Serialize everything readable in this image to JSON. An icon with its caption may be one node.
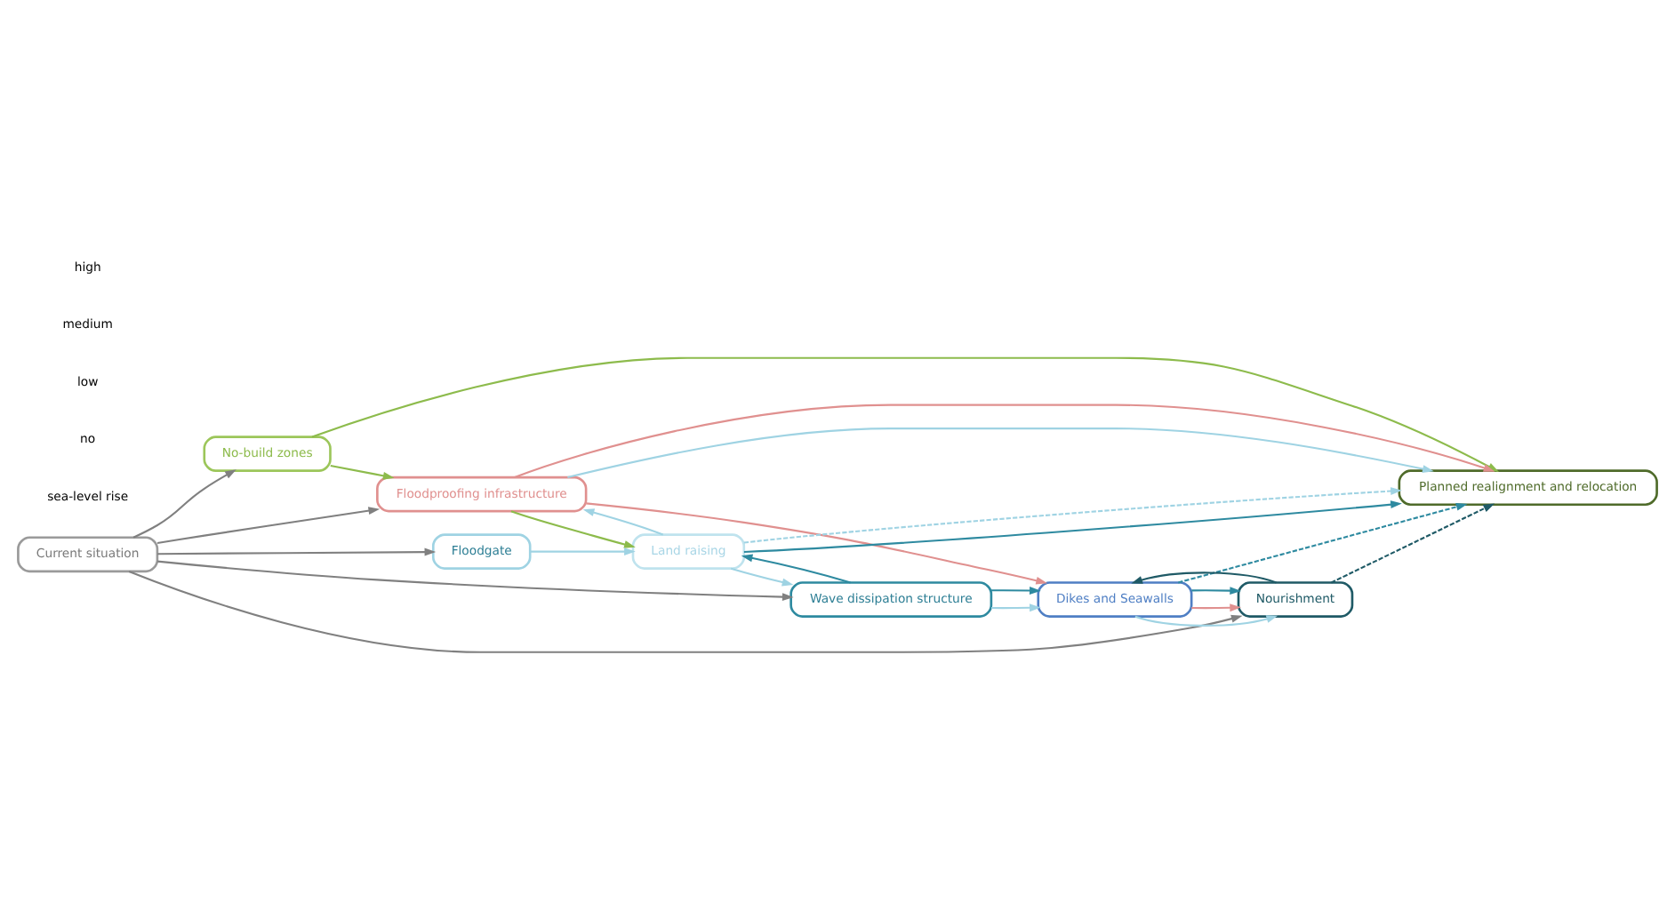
{
  "diagram": {
    "nodes": [
      {
        "text": [
          "Current situation"
        ]
      },
      {
        "text": [
          "No-build zones"
        ]
      },
      {
        "text": [
          "Planned realignment and relocation"
        ]
      },
      {
        "text": [
          "Floodproofing infrastructure"
        ]
      },
      {
        "text": [
          "Floodgate"
        ]
      },
      {
        "text": [
          "Land raising"
        ]
      },
      {
        "text": [
          "Wave dissipation structure"
        ]
      },
      {
        "text": [
          "Dikes and Seawalls"
        ]
      },
      {
        "text": [
          "Nourishment"
        ]
      }
    ],
    "edges": [
      {
        "from": 0,
        "to": 1,
        "arrow": "to",
        "color": "#808080"
      },
      {
        "from": 0,
        "to": 3,
        "arrow": "to",
        "color": "#808080"
      },
      {
        "from": 0,
        "to": 4,
        "arrow": "to",
        "color": "#808080"
      },
      {
        "from": 0,
        "to": 6,
        "arrow": "to",
        "color": "#808080"
      },
      {
        "from": 0,
        "to": 8,
        "arrow": "to",
        "color": "#808080"
      },
      {
        "from": 1,
        "to": 2,
        "arrow": "to",
        "color": "#8dbb4c"
      },
      {
        "from": 1,
        "to": 3,
        "arrow": "to",
        "color": "#8dbb4c"
      },
      {
        "from": 3,
        "to": 5,
        "arrow": "to",
        "color": "#8dbb4c"
      },
      {
        "from": 4,
        "to": 5,
        "arrow": "to"
      },
      {
        "from": 3,
        "to": 2,
        "arrow": "to"
      },
      {
        "from": 5,
        "to": 3,
        "arrow": "to"
      },
      {
        "from": 5,
        "to": 6,
        "arrow": "to"
      },
      {
        "from": 6,
        "to": 7,
        "arrow": "to"
      },
      {
        "from": 7,
        "to": 8,
        "arrow": "to"
      },
      {
        "from": 3,
        "to": 2,
        "arrow": "to",
        "color": "#e0908f"
      },
      {
        "from": 3,
        "to": 7,
        "arrow": "to",
        "color": "#e0908f"
      },
      {
        "from": 7,
        "to": 8,
        "arrow": "to",
        "color": "#e0908f"
      },
      {
        "from": 6,
        "to": 5,
        "arrow": "to",
        "color": "#2e8aa0"
      },
      {
        "from": 5,
        "to": 2,
        "arrow": "to",
        "color": "#2e8aa0"
      },
      {
        "from": 6,
        "to": 7,
        "arrow": "to",
        "color": "#2e8aa0"
      },
      {
        "from": 7,
        "to": 8,
        "arrow": "to",
        "color": "#2e8aa0"
      },
      {
        "from": 8,
        "to": 2,
        "arrow": "to",
        "style": "dashed",
        "color": "#1f5a66"
      },
      {
        "from": 8,
        "to": 7,
        "arrow": "to",
        "color": "#1f5a66"
      },
      {
        "from": 5,
        "to": 2,
        "arrow": "to",
        "style": "dashed"
      },
      {
        "from": 7,
        "to": 2,
        "arrow": "to",
        "style": "dashed",
        "color": "#2e8aa0"
      }
    ],
    "labels": [
      "sea-level rise",
      "no",
      "low",
      "medium",
      "high"
    ]
  }
}
